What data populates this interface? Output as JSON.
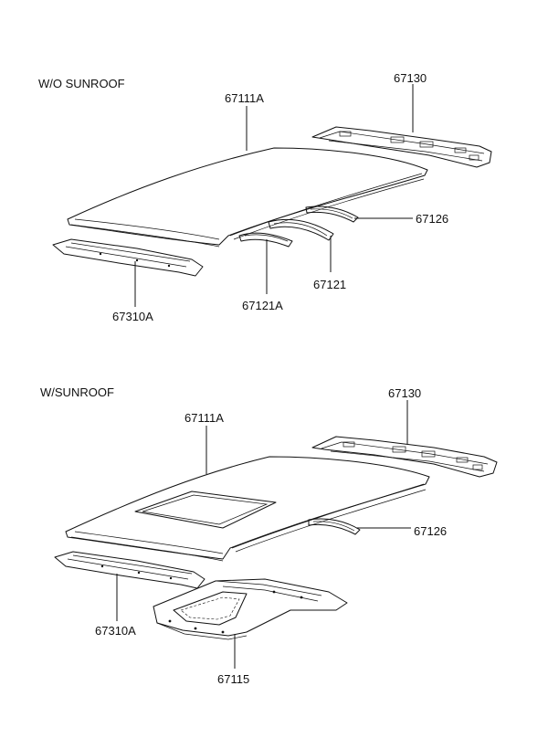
{
  "sections": [
    {
      "title": "W/O  SUNROOF",
      "callouts": [
        "67130",
        "67111A",
        "67126",
        "67121",
        "67121A",
        "67310A"
      ]
    },
    {
      "title": "W/SUNROOF",
      "callouts": [
        "67130",
        "67111A",
        "67126",
        "67310A",
        "67115"
      ]
    }
  ]
}
